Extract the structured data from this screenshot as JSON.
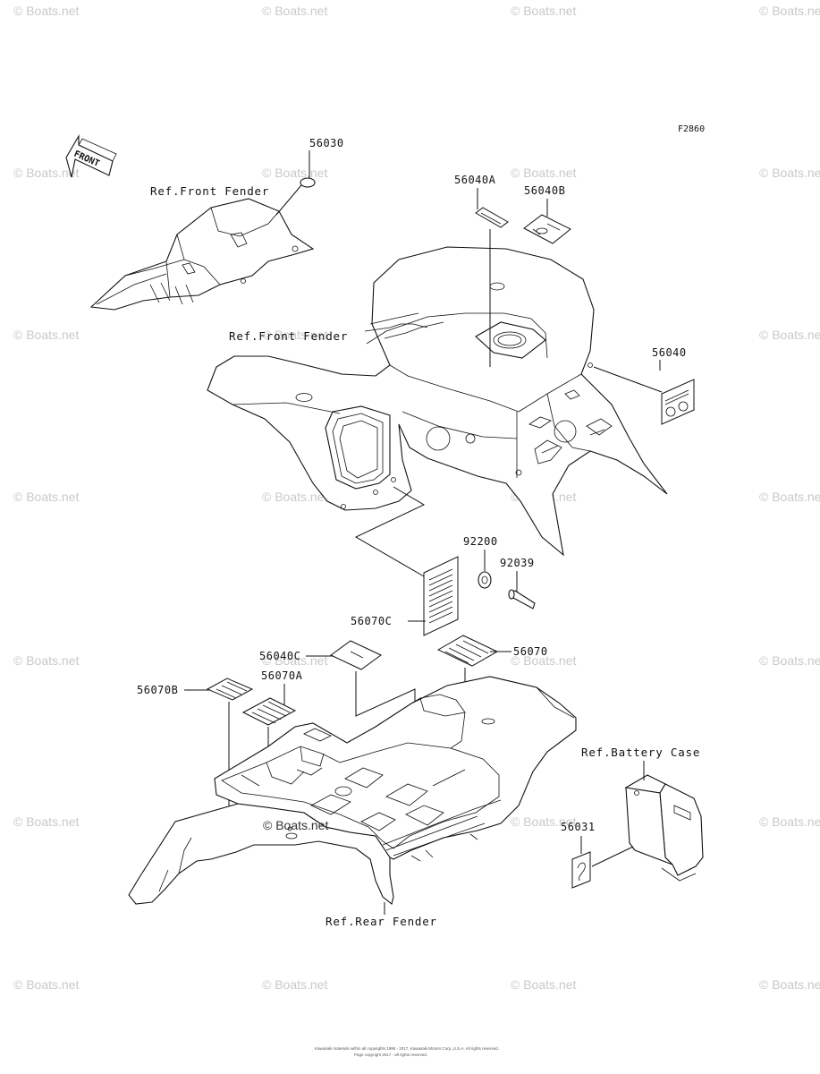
{
  "figure_code": "F2860",
  "front_arrow_text": "FRONT",
  "refs": {
    "front_fender_top": "Ref.Front Fender",
    "front_fender_mid": "Ref.Front Fender",
    "battery_case": "Ref.Battery Case",
    "rear_fender": "Ref.Rear Fender"
  },
  "parts": {
    "p56030": "56030",
    "p56040A": "56040A",
    "p56040B": "56040B",
    "p56040": "56040",
    "p92200": "92200",
    "p92039": "92039",
    "p56070C": "56070C",
    "p56040C": "56040C",
    "p56070": "56070",
    "p56070A": "56070A",
    "p56070B": "56070B",
    "p56031": "56031"
  },
  "watermark": "© Boats.net",
  "center_watermark": "© Boats.net",
  "copyright_line1": "Kawasaki materials within all copyrights 1995 - 2017, Kawasaki Motors Corp.,U.S.A. All rights reserved.",
  "copyright_line2": "Page copyright 2017 - all rights reserved."
}
